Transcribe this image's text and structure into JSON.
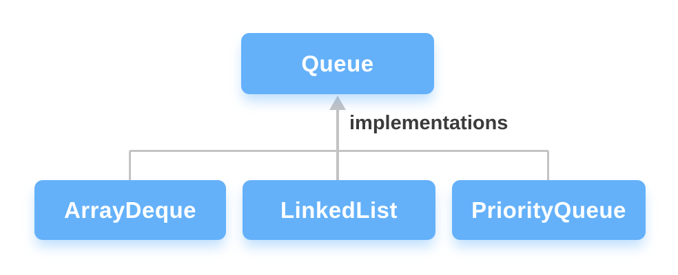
{
  "diagram": {
    "type": "hierarchy",
    "root": {
      "label": "Queue"
    },
    "edge_label": "implementations",
    "children": [
      {
        "label": "ArrayDeque"
      },
      {
        "label": "LinkedList"
      },
      {
        "label": "PriorityQueue"
      }
    ],
    "colors": {
      "node_fill": "#64b1fa",
      "node_text": "#ffffff",
      "node_glow": "rgba(100,177,250,0.40)",
      "connector": "#c3c3c3",
      "edge_label_text": "#3b3b3b",
      "background": "#ffffff"
    }
  }
}
